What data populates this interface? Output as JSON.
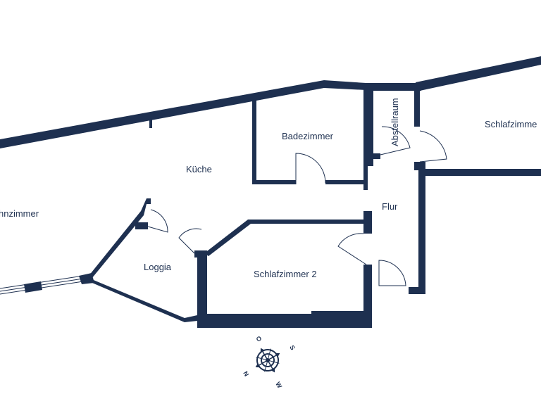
{
  "colors": {
    "wall": "#1e3050",
    "background": "#ffffff",
    "text": "#1e3050"
  },
  "rooms": {
    "wohnzimmer": "hnzimmer",
    "kueche": "Küche",
    "badezimmer": "Badezimmer",
    "abstellraum": "Abstellraum",
    "schlafzimmer_1": "Schlafzimme",
    "flur": "Flur",
    "loggia": "Loggia",
    "schlafzimmer_2": "Schlafzimmer 2"
  },
  "compass": {
    "letters": [
      "O",
      "S",
      "W",
      "N"
    ],
    "icon": "compass-rose-icon"
  }
}
